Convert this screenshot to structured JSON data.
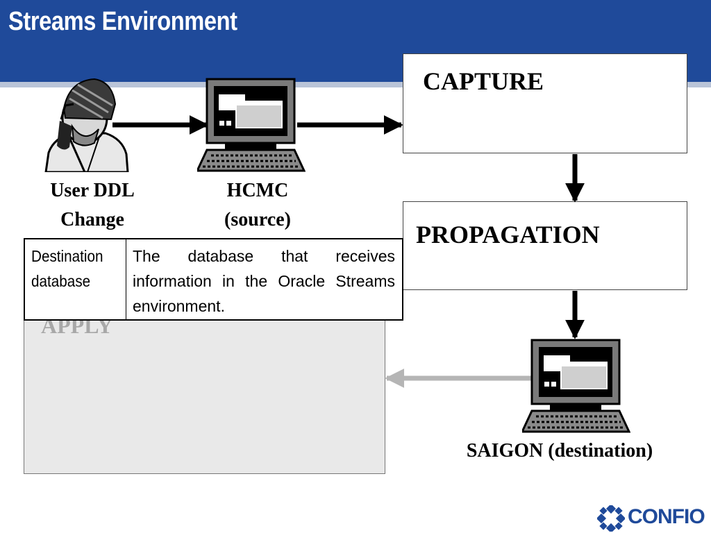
{
  "header": {
    "title": "Streams Environment"
  },
  "stages": {
    "capture": "CAPTURE",
    "propagation": "PROPAGATION",
    "apply": "APPLY"
  },
  "nodes": {
    "user": {
      "line1": "User DDL",
      "line2": "Change"
    },
    "source": {
      "line1": "HCMC",
      "line2": "(source)"
    },
    "destination": {
      "label": "SAIGON (destination)"
    }
  },
  "tooltip": {
    "term_line1": "Destination",
    "term_line2": "database",
    "definition": "The database that receives information in the Oracle Streams environment."
  },
  "logo": {
    "text": "CONFIO"
  },
  "colors": {
    "header": "#1f4a9a",
    "apply_box": "#e9e9e9",
    "apply_arrow": "#b5b5b5"
  },
  "icons": [
    "user-icon",
    "computer-icon",
    "logo-icon"
  ]
}
